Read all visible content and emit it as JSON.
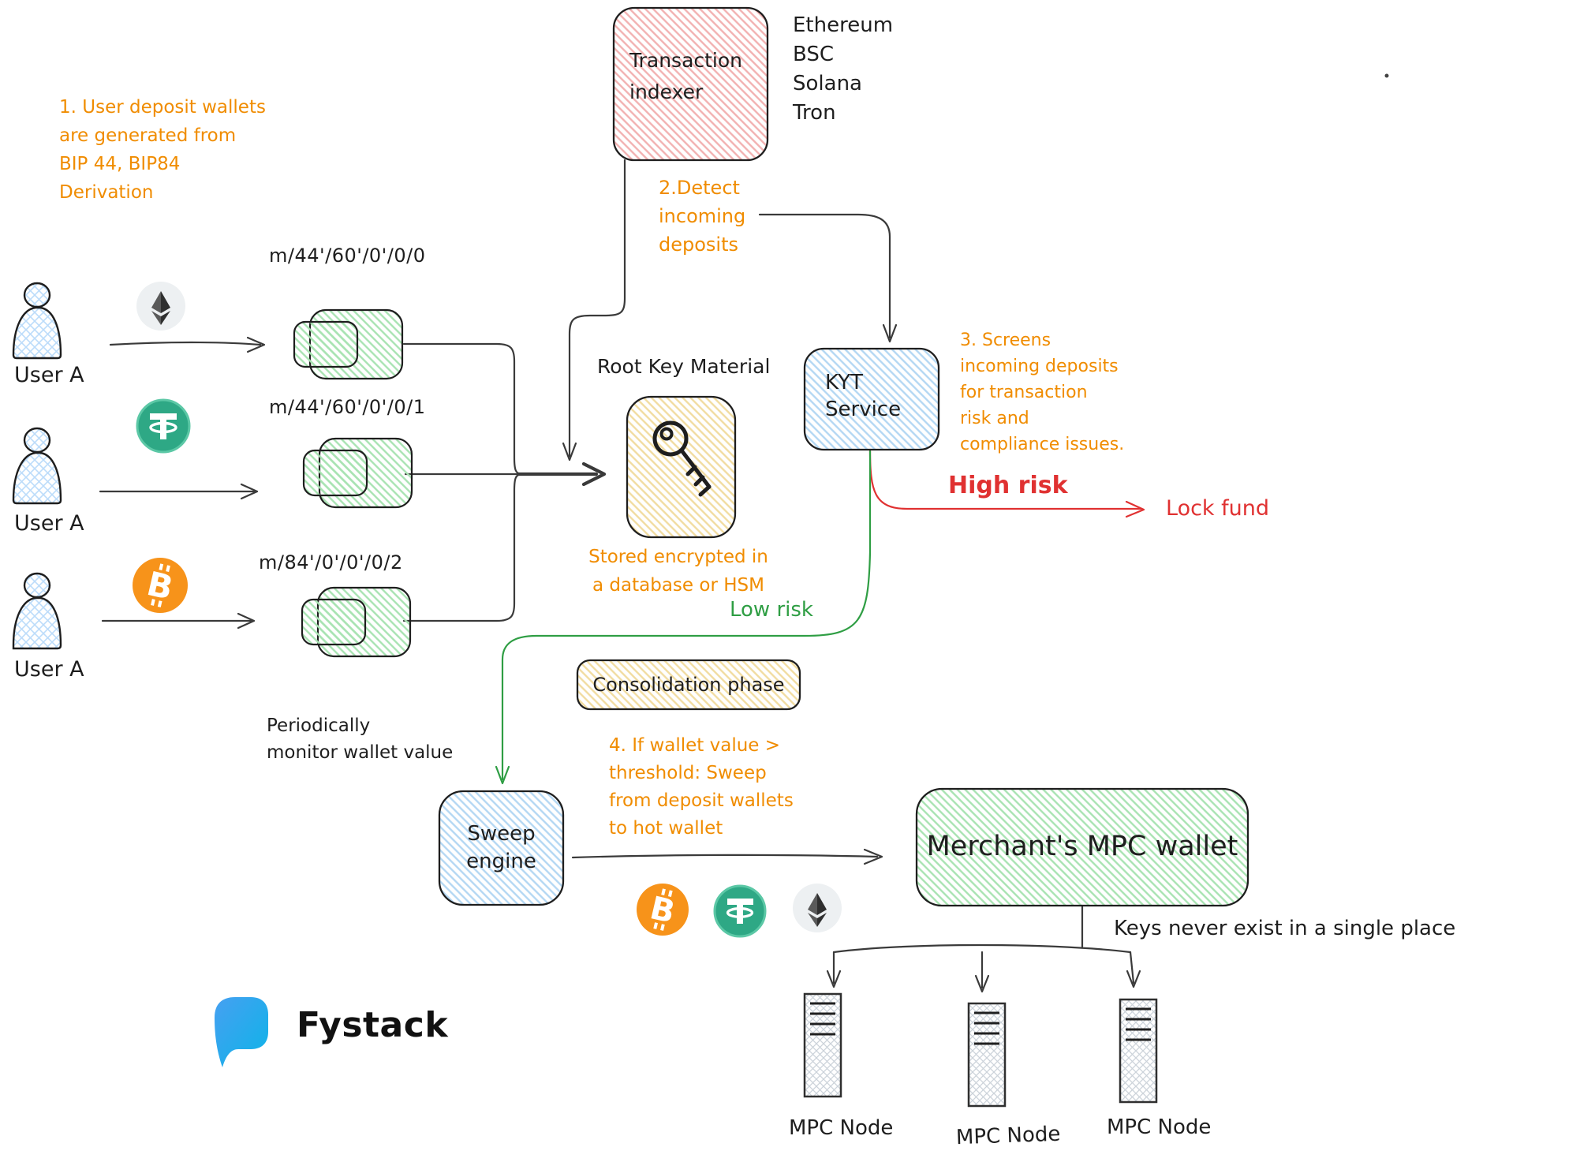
{
  "colors": {
    "orange": "#f08c00",
    "red": "#e03131",
    "green": "#2f9e44",
    "ink": "#1e1e1e",
    "brand_blue_top": "#46a0f1",
    "brand_blue_bottom": "#0cb4e8",
    "bitcoin_orange": "#f7931a",
    "tether_teal": "#2ea885"
  },
  "indexer": {
    "label": "Transaction\nindexer"
  },
  "chains": [
    "Ethereum",
    "BSC",
    "Solana",
    "Tron"
  ],
  "notes": {
    "step1": "1. User deposit wallets\nare generated from\nBIP 44, BIP84\nDerivation",
    "step2": "2.Detect\nincoming\ndeposits",
    "step3": "3. Screens\nincoming deposits\nfor transaction\nrisk and\ncompliance issues.",
    "step4": "4. If wallet value >\nthreshold: Sweep\nfrom deposit wallets\nto hot wallet",
    "stored": "Stored encrypted in\na database or HSM",
    "monitor": "Periodically\nmonitor wallet value",
    "keys": "Keys never exist in a single place"
  },
  "users": [
    {
      "label": "User A",
      "asset": "ethereum",
      "path": "m/44'/60'/0'/0/0"
    },
    {
      "label": "User A",
      "asset": "tether",
      "path": "m/44'/60'/0'/0/1"
    },
    {
      "label": "User A",
      "asset": "bitcoin",
      "path": "m/84'/0'/0'/0/2"
    }
  ],
  "root_key": {
    "label": "Root Key Material"
  },
  "kyt": {
    "label": "KYT\nService"
  },
  "risk": {
    "high": "High risk",
    "lock": "Lock fund",
    "low": "Low risk"
  },
  "consolidation": {
    "label": "Consolidation phase"
  },
  "sweep": {
    "label": "Sweep\nengine"
  },
  "merchant": {
    "label": "Merchant's MPC wallet"
  },
  "mpc_nodes": [
    {
      "label": "MPC Node"
    },
    {
      "label": "MPC Node"
    },
    {
      "label": "MPC Node"
    }
  ],
  "brand": {
    "name": "Fystack"
  },
  "icons": {
    "user": "person-silhouette",
    "ethereum": "ethereum-diamond-coin",
    "tether": "tether-t-coin",
    "bitcoin": "bitcoin-b-coin",
    "key": "root-key",
    "server": "mpc-server-rack",
    "brand_logo": "chat-bubble-logo"
  }
}
